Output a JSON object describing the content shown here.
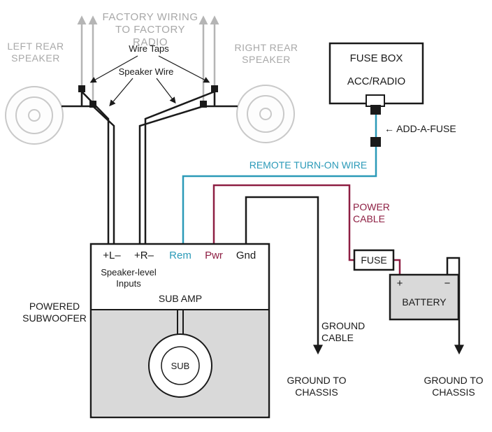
{
  "colors": {
    "ink": "#1a1a1a",
    "factory-gray": "#b5b5b5",
    "label-gray": "#a8a8a8",
    "remote-teal": "#2b9ab8",
    "power-maroon": "#8e1f43",
    "panel-gray": "#d9d9d9",
    "speaker-stroke": "#c9c9c9"
  },
  "factory": {
    "wiring_label": "FACTORY WIRING\nTO FACTORY RADIO",
    "left_speaker_label": "LEFT REAR\nSPEAKER",
    "right_speaker_label": "RIGHT REAR\nSPEAKER",
    "wire_taps_label": "Wire Taps",
    "speaker_wire_label": "Speaker Wire"
  },
  "fuse_box": {
    "title": "FUSE BOX",
    "circuit": "ACC/RADIO",
    "add_a_fuse_label": "← ADD-A-FUSE"
  },
  "wires": {
    "remote_label": "REMOTE TURN-ON WIRE",
    "power_label": "POWER\nCABLE",
    "ground_label": "GROUND\nCABLE",
    "ground_chassis_left": "GROUND TO\nCHASSIS",
    "ground_chassis_right": "GROUND TO\nCHASSIS"
  },
  "power": {
    "fuse_label": "FUSE",
    "battery_label": "BATTERY",
    "battery_plus": "+",
    "battery_minus": "−"
  },
  "amp": {
    "terminals": {
      "l": "+L–",
      "r": "+R–",
      "rem": "Rem",
      "pwr": "Pwr",
      "gnd": "Gnd"
    },
    "speaker_level": "Speaker-level\nInputs",
    "name": "SUB AMP",
    "sub": "SUB",
    "outer_label": "POWERED\nSUBWOOFER"
  }
}
